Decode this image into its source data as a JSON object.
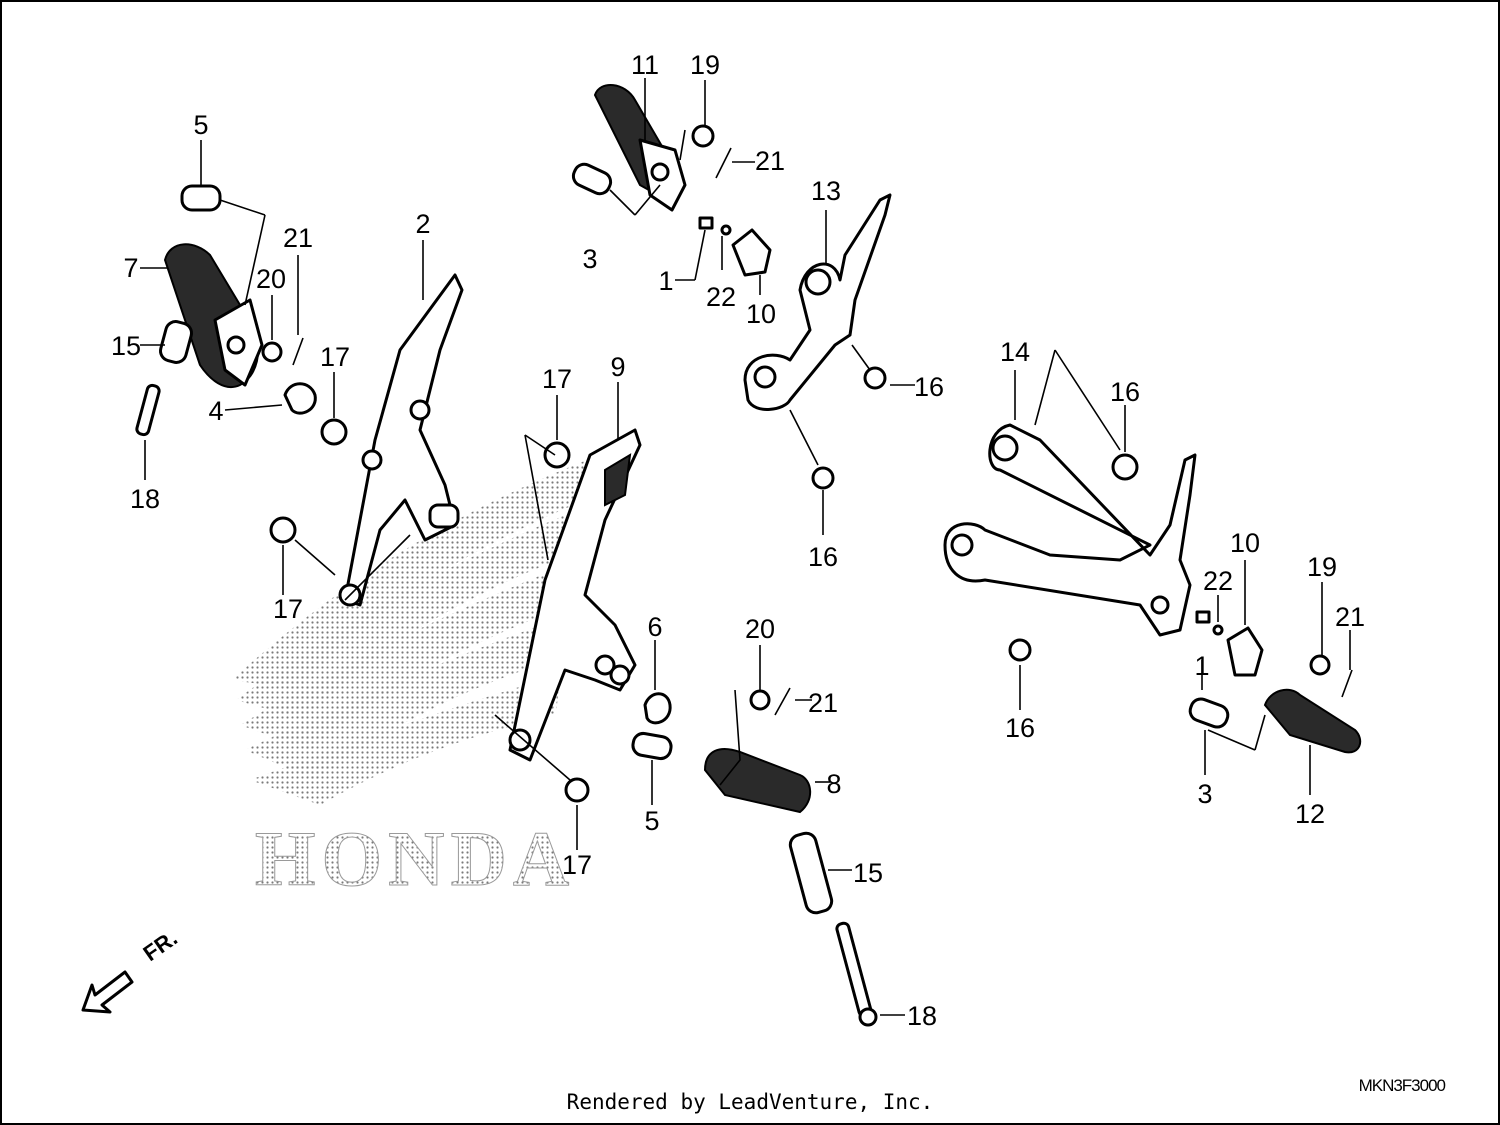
{
  "diagram": {
    "code": "MKN3F3000",
    "credit": "Rendered by LeadVenture, Inc.",
    "brand_watermark": "HONDA",
    "direction_label": "FR.",
    "callouts": [
      {
        "id": "c5a",
        "text": "5"
      },
      {
        "id": "c7",
        "text": "7"
      },
      {
        "id": "c15a",
        "text": "15"
      },
      {
        "id": "c18a",
        "text": "18"
      },
      {
        "id": "c20a",
        "text": "20"
      },
      {
        "id": "c21a",
        "text": "21"
      },
      {
        "id": "c4",
        "text": "4"
      },
      {
        "id": "c17a",
        "text": "17"
      },
      {
        "id": "c2",
        "text": "2"
      },
      {
        "id": "c17b",
        "text": "17"
      },
      {
        "id": "c11",
        "text": "11"
      },
      {
        "id": "c19a",
        "text": "19"
      },
      {
        "id": "c21b",
        "text": "21"
      },
      {
        "id": "c3a",
        "text": "3"
      },
      {
        "id": "c1a",
        "text": "1"
      },
      {
        "id": "c22a",
        "text": "22"
      },
      {
        "id": "c10a",
        "text": "10"
      },
      {
        "id": "c13",
        "text": "13"
      },
      {
        "id": "c16a",
        "text": "16"
      },
      {
        "id": "c16b",
        "text": "16"
      },
      {
        "id": "c17c",
        "text": "17"
      },
      {
        "id": "c9",
        "text": "9"
      },
      {
        "id": "c6",
        "text": "6"
      },
      {
        "id": "c20b",
        "text": "20"
      },
      {
        "id": "c21c",
        "text": "21"
      },
      {
        "id": "c5b",
        "text": "5"
      },
      {
        "id": "c8",
        "text": "8"
      },
      {
        "id": "c17d",
        "text": "17"
      },
      {
        "id": "c15b",
        "text": "15"
      },
      {
        "id": "c18b",
        "text": "18"
      },
      {
        "id": "c14",
        "text": "14"
      },
      {
        "id": "c16c",
        "text": "16"
      },
      {
        "id": "c10b",
        "text": "10"
      },
      {
        "id": "c22b",
        "text": "22"
      },
      {
        "id": "c19b",
        "text": "19"
      },
      {
        "id": "c21d",
        "text": "21"
      },
      {
        "id": "c1b",
        "text": "1"
      },
      {
        "id": "c16d",
        "text": "16"
      },
      {
        "id": "c3b",
        "text": "3"
      },
      {
        "id": "c12",
        "text": "12"
      }
    ]
  }
}
